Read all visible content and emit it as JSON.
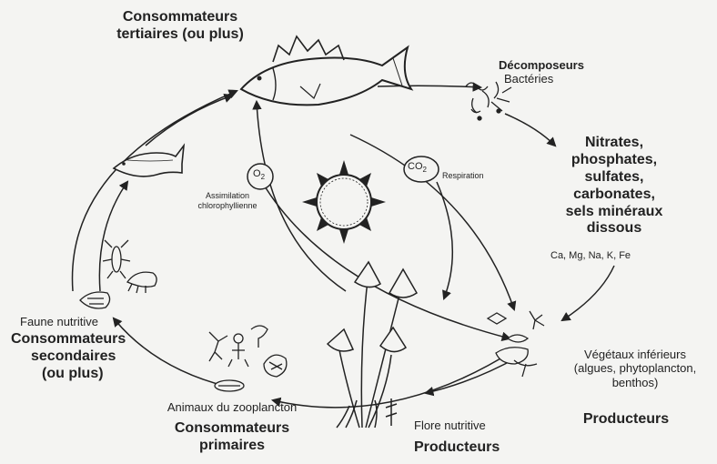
{
  "diagram": {
    "top_consumers": {
      "line1": "Consommateurs",
      "line2": "tertiaires (ou plus)"
    },
    "decomposers": {
      "title": "Décomposeurs",
      "subtitle": "Bactéries"
    },
    "minerals": {
      "line1": "Nitrates,",
      "line2": "phosphates,",
      "line3": "sulfates,",
      "line4": "carbonates,",
      "line5": "sels minéraux",
      "line6": "dissous",
      "elements": "Ca, Mg, Na, K, Fe"
    },
    "co2": {
      "symbol": "CO",
      "subscript": "2",
      "process": "Respiration"
    },
    "o2": {
      "symbol": "O",
      "subscript": "2",
      "process_line1": "Assimilation",
      "process_line2": "chlorophyllienne"
    },
    "lower_plants": {
      "line1": "Végétaux inférieurs",
      "line2": "(algues, phytoplancton,",
      "line3": "benthos)",
      "role": "Producteurs"
    },
    "flora": {
      "line1": "Flore nutritive",
      "role": "Producteurs"
    },
    "zooplankton": {
      "line1": "Animaux du zooplancton",
      "role_line1": "Consommateurs",
      "role_line2": "primaires"
    },
    "secondary": {
      "line1": "Faune nutritive",
      "role_line1": "Consommateurs",
      "role_line2": "secondaires",
      "role_line3": "(ou plus)"
    }
  },
  "colors": {
    "ink": "#222222",
    "paper": "#f4f4f2"
  }
}
